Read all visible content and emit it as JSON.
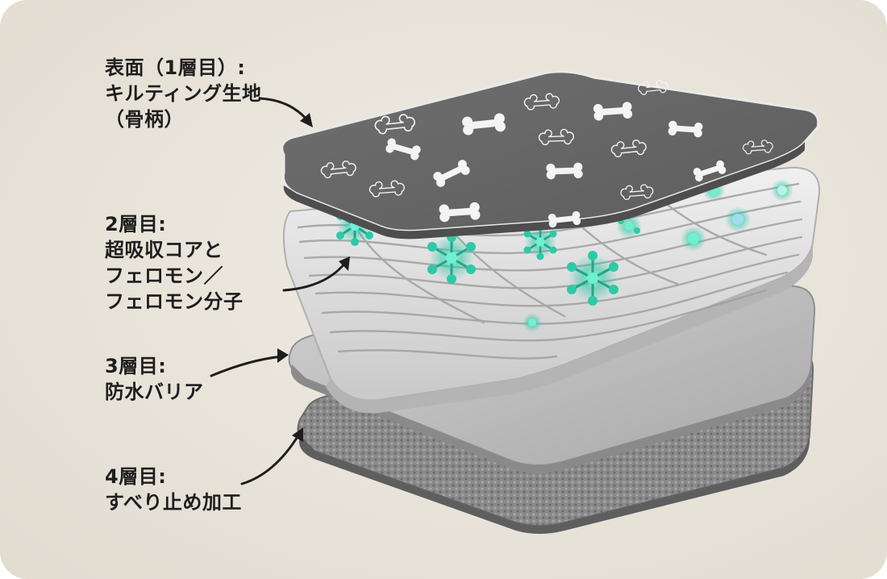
{
  "layers": [
    {
      "lines": [
        "表面（1層目）:",
        "キルティング生地",
        "（骨柄）"
      ]
    },
    {
      "lines": [
        "2層目:",
        "超吸収コアと",
        "フェロモン／",
        "フェロモン分子"
      ]
    },
    {
      "lines": [
        "3層目:",
        "防水バリア"
      ]
    },
    {
      "lines": [
        "4層目:",
        "すべり止め加工"
      ]
    }
  ],
  "colors": {
    "background": "#e8e3d9",
    "top_fabric": "#6b6b6b",
    "bone_print": "#f4f4f2",
    "absorbent_core": "#dcdcdc",
    "pheromone_molecule": "#2ec9a8",
    "barrier": "#bdbdbd",
    "non_slip": "#8e8e8e",
    "label_text": "#1d1d1d"
  }
}
